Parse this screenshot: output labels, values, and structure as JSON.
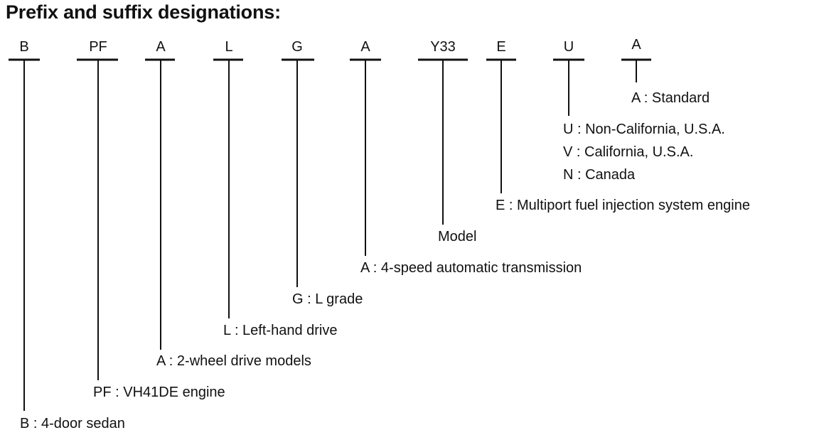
{
  "title": "Prefix and suffix designations:",
  "codes": [
    "B",
    "PF",
    "A",
    "L",
    "G",
    "A",
    "Y33",
    "E",
    "U",
    "A"
  ],
  "descriptions": {
    "b": "B : 4-door sedan",
    "pf": "PF : VH41DE engine",
    "a1": "A : 2-wheel drive models",
    "l": "L : Left-hand drive",
    "g": "G : L grade",
    "a2": "A : 4-speed automatic transmission",
    "y33": "Model",
    "e": "E : Multiport fuel injection system engine",
    "u": "U : Non-California, U.S.A.",
    "v": "V : California, U.S.A.",
    "n": "N : Canada",
    "a3": "A : Standard"
  }
}
